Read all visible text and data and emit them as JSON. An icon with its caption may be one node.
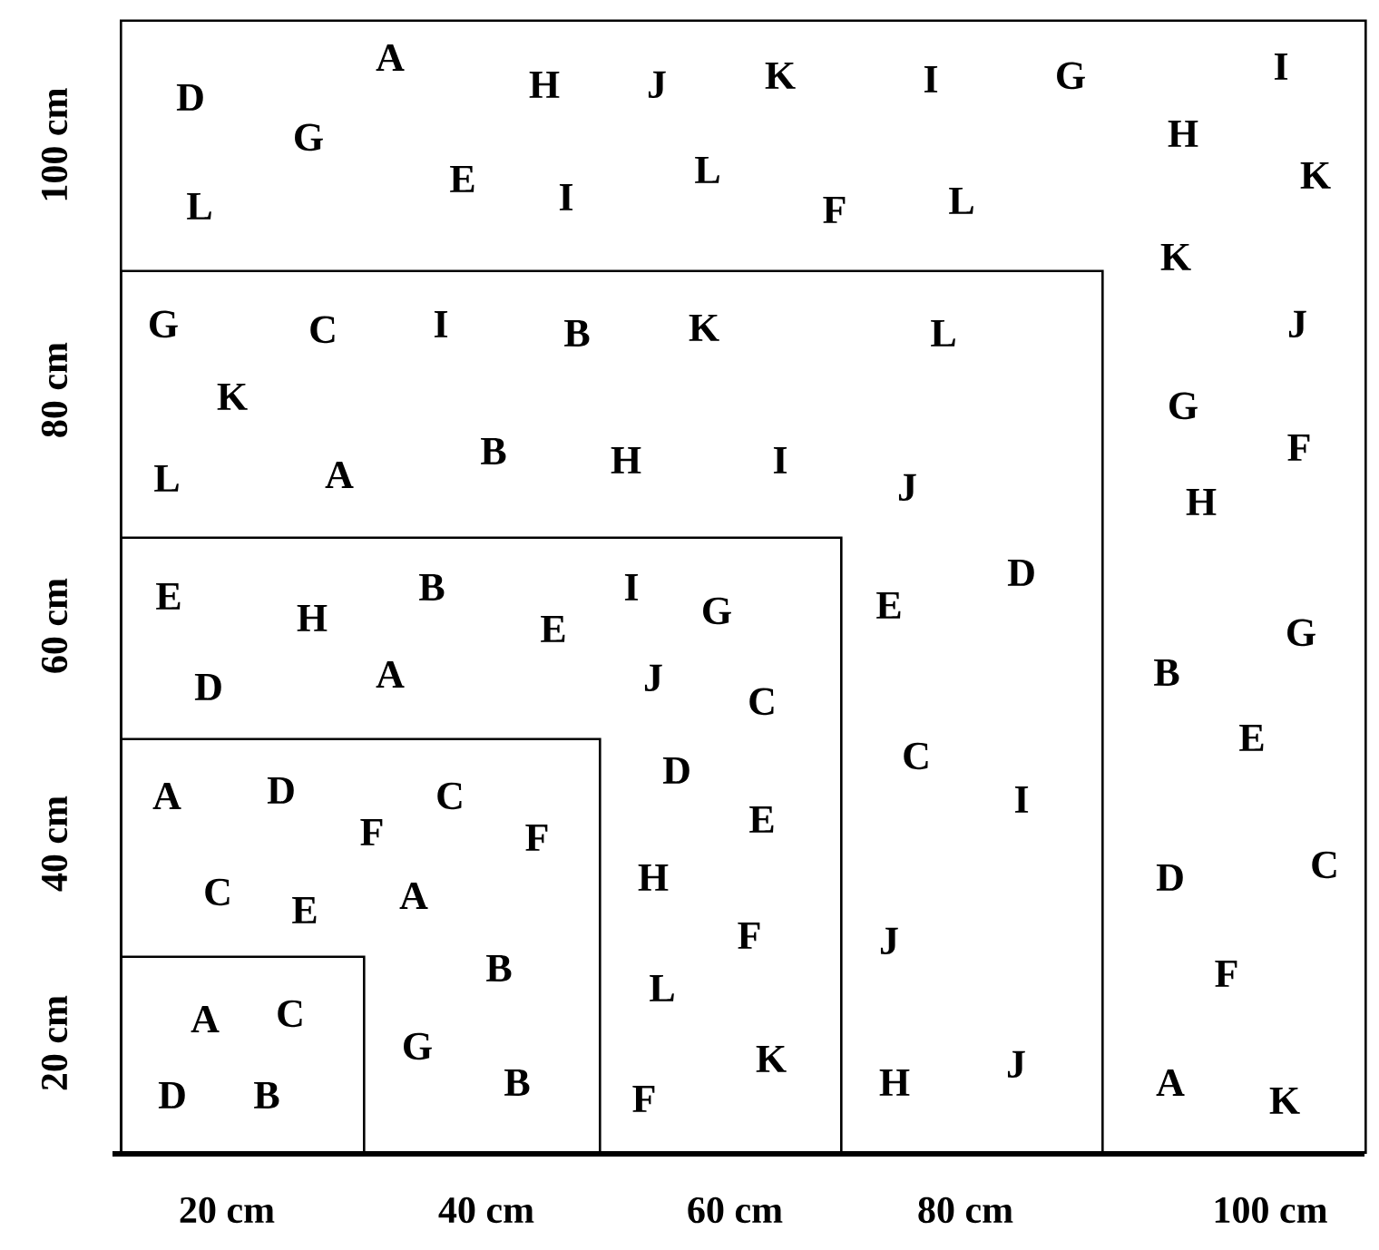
{
  "diagram": {
    "nodes": [
      {
        "text": [
          "D",
          "A",
          "H",
          "J",
          "K",
          "I",
          "G",
          "I",
          "G",
          "H",
          "L",
          "E",
          "I",
          "L",
          "F",
          "L",
          "K",
          "K",
          "J",
          "G",
          "F",
          "H",
          "G",
          "B",
          "E",
          "D",
          "C",
          "F",
          "A",
          "K"
        ]
      },
      {
        "text": [
          "G",
          "C",
          "I",
          "B",
          "K",
          "L",
          "K",
          "L",
          "A",
          "B",
          "H",
          "I",
          "J",
          "E",
          "D",
          "C",
          "I",
          "J",
          "H",
          "J"
        ],
        "in": 0
      },
      {
        "text": [
          "E",
          "H",
          "B",
          "E",
          "I",
          "G",
          "D",
          "A",
          "J",
          "C",
          "D",
          "E",
          "H",
          "F",
          "L",
          "K",
          "F"
        ],
        "in": 1
      },
      {
        "text": [
          "A",
          "D",
          "F",
          "C",
          "F",
          "C",
          "E",
          "A",
          "B",
          "G",
          "B"
        ],
        "in": 2
      },
      {
        "text": [
          "A",
          "C",
          "D",
          "B"
        ],
        "in": 3
      }
    ],
    "labels": [
      "100 cm",
      "80 cm",
      "60 cm",
      "40 cm",
      "20 cm",
      "20 cm",
      "40 cm",
      "60 cm",
      "80 cm",
      "100 cm"
    ]
  }
}
